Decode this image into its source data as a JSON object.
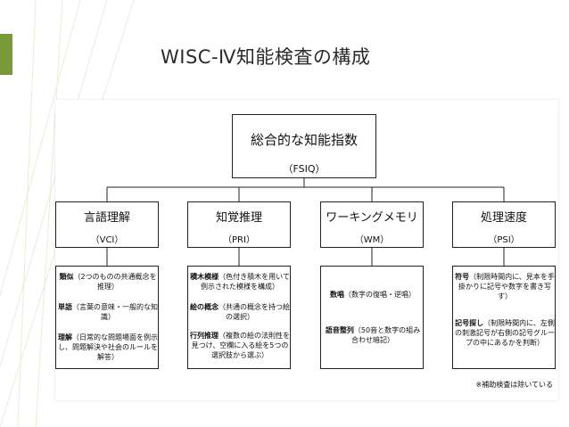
{
  "slide": {
    "title": "WISC-Ⅳ知能検査の構成",
    "accent_color": "#7a9a3a"
  },
  "diagram": {
    "top": {
      "title": "総合的な知能指数",
      "abbr": "（FSIQ）"
    },
    "indices": [
      {
        "title": "言語理解",
        "abbr": "（VCI）",
        "subtests": [
          {
            "name": "類似",
            "desc": "（2つのものの共通概念を推理）"
          },
          {
            "name": "単語",
            "desc": "（言葉の意味・一般的な知識）"
          },
          {
            "name": "理解",
            "desc": "（日常的な問題場面を例示し、問題解決や社会のルールを解答）"
          }
        ]
      },
      {
        "title": "知覚推理",
        "abbr": "（PRI）",
        "subtests": [
          {
            "name": "積木模様",
            "desc": "（色付き積木を用いて例示された模様を構成）"
          },
          {
            "name": "絵の概念",
            "desc": "（共通の概念を持つ絵の選択）"
          },
          {
            "name": "行列推理",
            "desc": "（複数の絵の法則性を見つけ、空欄に入る絵を5つの選択肢から選ぶ）"
          }
        ]
      },
      {
        "title": "ワーキングメモリ",
        "abbr": "（WM）",
        "subtests": [
          {
            "name": "数唱",
            "desc": "（数字の復唱・逆唱）"
          },
          {
            "name": "語音整列",
            "desc": "（50音と数字の組み合わせ暗記）"
          }
        ]
      },
      {
        "title": "処理速度",
        "abbr": "（PSI）",
        "subtests": [
          {
            "name": "符号",
            "desc": "（制限時間内に、見本を手掛かりに記号や数字を書き写す）"
          },
          {
            "name": "記号探し",
            "desc": "（制限時間内に、左側の刺激記号が右側の記号グループの中にあるかを判断）"
          }
        ]
      }
    ],
    "footnote": "※補助検査は除いている"
  }
}
